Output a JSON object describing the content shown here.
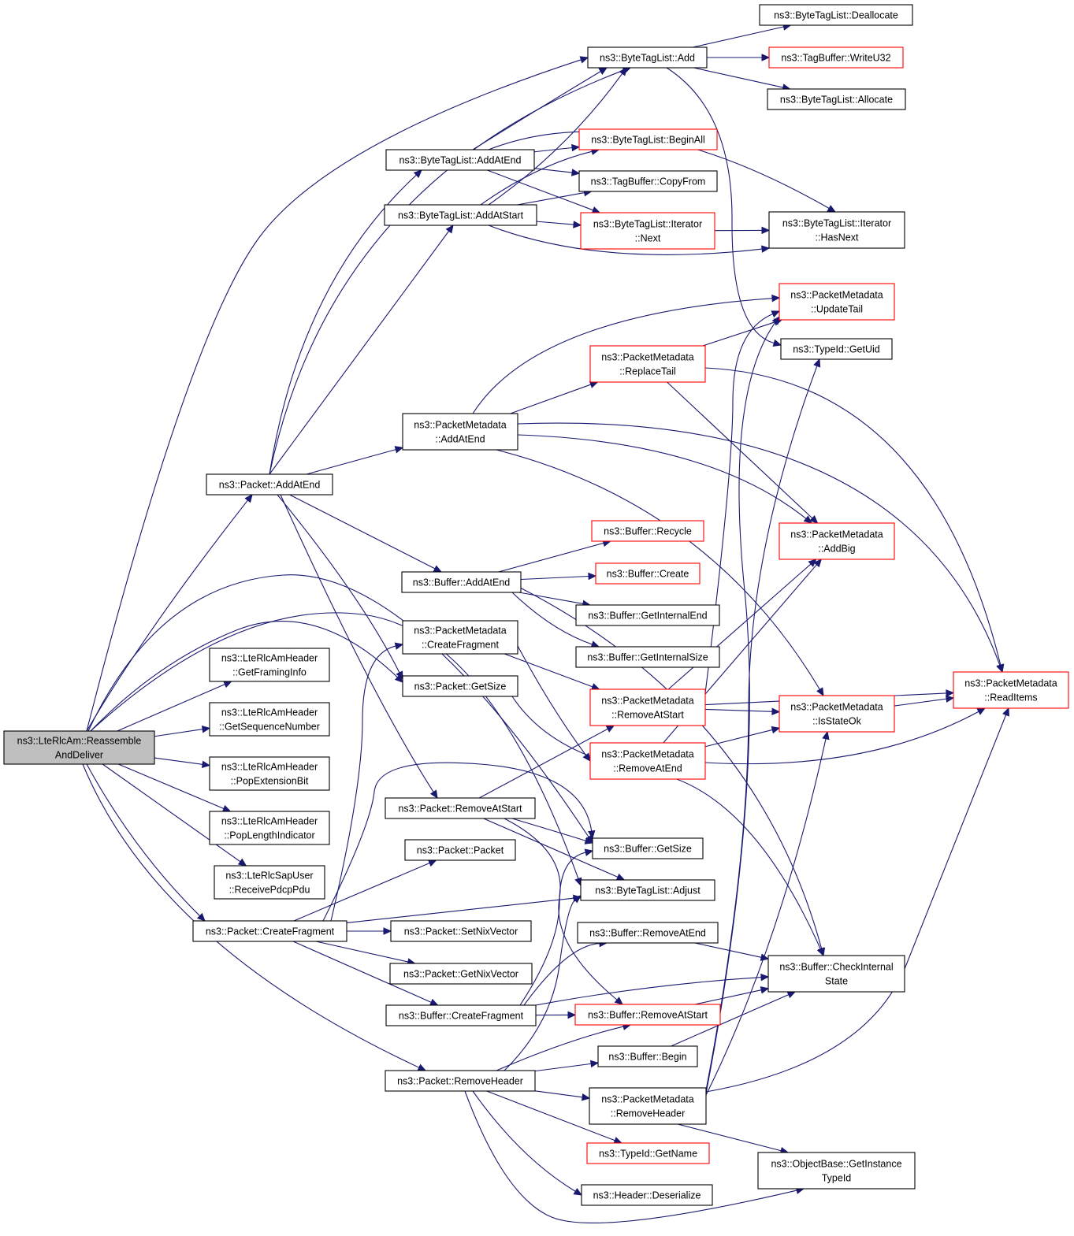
{
  "diagram": {
    "nodes": [
      {
        "id": "root",
        "lines": [
          "ns3::LteRlcAm::Reassemble",
          "AndDeliver"
        ],
        "style": "root"
      },
      {
        "id": "pkt_addatend",
        "lines": [
          "ns3::Packet::AddAtEnd"
        ],
        "style": "black"
      },
      {
        "id": "hdr_framing",
        "lines": [
          "ns3::LteRlcAmHeader",
          "::GetFramingInfo"
        ],
        "style": "black"
      },
      {
        "id": "hdr_seq",
        "lines": [
          "ns3::LteRlcAmHeader",
          "::GetSequenceNumber"
        ],
        "style": "black"
      },
      {
        "id": "hdr_popext",
        "lines": [
          "ns3::LteRlcAmHeader",
          "::PopExtensionBit"
        ],
        "style": "black"
      },
      {
        "id": "hdr_poplen",
        "lines": [
          "ns3::LteRlcAmHeader",
          "::PopLengthIndicator"
        ],
        "style": "black"
      },
      {
        "id": "sap_receive",
        "lines": [
          "ns3::LteRlcSapUser",
          "::ReceivePdcpPdu"
        ],
        "style": "black"
      },
      {
        "id": "pkt_createfrag",
        "lines": [
          "ns3::Packet::CreateFragment"
        ],
        "style": "black"
      },
      {
        "id": "btl_addatend",
        "lines": [
          "ns3::ByteTagList::AddAtEnd"
        ],
        "style": "black"
      },
      {
        "id": "btl_addatstart",
        "lines": [
          "ns3::ByteTagList::AddAtStart"
        ],
        "style": "black"
      },
      {
        "id": "pm_addatend",
        "lines": [
          "ns3::PacketMetadata",
          "::AddAtEnd"
        ],
        "style": "black"
      },
      {
        "id": "buf_addatend",
        "lines": [
          "ns3::Buffer::AddAtEnd"
        ],
        "style": "black"
      },
      {
        "id": "pm_createfrag",
        "lines": [
          "ns3::PacketMetadata",
          "::CreateFragment"
        ],
        "style": "black"
      },
      {
        "id": "pkt_getsize",
        "lines": [
          "ns3::Packet::GetSize"
        ],
        "style": "black"
      },
      {
        "id": "pkt_removeatstart",
        "lines": [
          "ns3::Packet::RemoveAtStart"
        ],
        "style": "black"
      },
      {
        "id": "pkt_packet",
        "lines": [
          "ns3::Packet::Packet"
        ],
        "style": "black"
      },
      {
        "id": "pkt_setnix",
        "lines": [
          "ns3::Packet::SetNixVector"
        ],
        "style": "black"
      },
      {
        "id": "pkt_getnix",
        "lines": [
          "ns3::Packet::GetNixVector"
        ],
        "style": "black"
      },
      {
        "id": "buf_createfrag",
        "lines": [
          "ns3::Buffer::CreateFragment"
        ],
        "style": "black"
      },
      {
        "id": "pkt_removeheader",
        "lines": [
          "ns3::Packet::RemoveHeader"
        ],
        "style": "black"
      },
      {
        "id": "btl_add",
        "lines": [
          "ns3::ByteTagList::Add"
        ],
        "style": "black"
      },
      {
        "id": "btl_beginall",
        "lines": [
          "ns3::ByteTagList::BeginAll"
        ],
        "style": "red"
      },
      {
        "id": "tb_copyfrom",
        "lines": [
          "ns3::TagBuffer::CopyFrom"
        ],
        "style": "black"
      },
      {
        "id": "btl_iter_next",
        "lines": [
          "ns3::ByteTagList::Iterator",
          "::Next"
        ],
        "style": "red"
      },
      {
        "id": "pm_replacetail",
        "lines": [
          "ns3::PacketMetadata",
          "::ReplaceTail"
        ],
        "style": "red"
      },
      {
        "id": "buf_recycle",
        "lines": [
          "ns3::Buffer::Recycle"
        ],
        "style": "red"
      },
      {
        "id": "buf_create",
        "lines": [
          "ns3::Buffer::Create"
        ],
        "style": "red"
      },
      {
        "id": "buf_getinternalend",
        "lines": [
          "ns3::Buffer::GetInternalEnd"
        ],
        "style": "black"
      },
      {
        "id": "buf_getinternalsize",
        "lines": [
          "ns3::Buffer::GetInternalSize"
        ],
        "style": "black"
      },
      {
        "id": "pm_removeatstart",
        "lines": [
          "ns3::PacketMetadata",
          "::RemoveAtStart"
        ],
        "style": "red"
      },
      {
        "id": "pm_removeatend",
        "lines": [
          "ns3::PacketMetadata",
          "::RemoveAtEnd"
        ],
        "style": "red"
      },
      {
        "id": "buf_getsize",
        "lines": [
          "ns3::Buffer::GetSize"
        ],
        "style": "black"
      },
      {
        "id": "btl_adjust",
        "lines": [
          "ns3::ByteTagList::Adjust"
        ],
        "style": "black"
      },
      {
        "id": "buf_removeatend",
        "lines": [
          "ns3::Buffer::RemoveAtEnd"
        ],
        "style": "black"
      },
      {
        "id": "buf_removeatstart",
        "lines": [
          "ns3::Buffer::RemoveAtStart"
        ],
        "style": "red"
      },
      {
        "id": "buf_begin",
        "lines": [
          "ns3::Buffer::Begin"
        ],
        "style": "black"
      },
      {
        "id": "pm_removeheader",
        "lines": [
          "ns3::PacketMetadata",
          "::RemoveHeader"
        ],
        "style": "black"
      },
      {
        "id": "tid_getname",
        "lines": [
          "ns3::TypeId::GetName"
        ],
        "style": "red"
      },
      {
        "id": "hdr_deserialize",
        "lines": [
          "ns3::Header::Deserialize"
        ],
        "style": "black"
      },
      {
        "id": "btl_dealloc",
        "lines": [
          "ns3::ByteTagList::Deallocate"
        ],
        "style": "black"
      },
      {
        "id": "tb_writeu32",
        "lines": [
          "ns3::TagBuffer::WriteU32"
        ],
        "style": "red"
      },
      {
        "id": "btl_alloc",
        "lines": [
          "ns3::ByteTagList::Allocate"
        ],
        "style": "black"
      },
      {
        "id": "btl_iter_hasnext",
        "lines": [
          "ns3::ByteTagList::Iterator",
          "::HasNext"
        ],
        "style": "black"
      },
      {
        "id": "pm_updatetail",
        "lines": [
          "ns3::PacketMetadata",
          "::UpdateTail"
        ],
        "style": "red"
      },
      {
        "id": "tid_getuid",
        "lines": [
          "ns3::TypeId::GetUid"
        ],
        "style": "black"
      },
      {
        "id": "pm_addbig",
        "lines": [
          "ns3::PacketMetadata",
          "::AddBig"
        ],
        "style": "red"
      },
      {
        "id": "pm_isstateok",
        "lines": [
          "ns3::PacketMetadata",
          "::IsStateOk"
        ],
        "style": "red"
      },
      {
        "id": "pm_readitems",
        "lines": [
          "ns3::PacketMetadata",
          "::ReadItems"
        ],
        "style": "red"
      },
      {
        "id": "buf_checkinternal",
        "lines": [
          "ns3::Buffer::CheckInternal",
          "State"
        ],
        "style": "black"
      },
      {
        "id": "ob_getinstancetypeid",
        "lines": [
          "ns3::ObjectBase::GetInstance",
          "TypeId"
        ],
        "style": "black"
      }
    ],
    "edges": [
      [
        "root",
        "pkt_addatend"
      ],
      [
        "root",
        "hdr_framing"
      ],
      [
        "root",
        "hdr_seq"
      ],
      [
        "root",
        "hdr_popext"
      ],
      [
        "root",
        "hdr_poplen"
      ],
      [
        "root",
        "sap_receive"
      ],
      [
        "root",
        "pkt_createfrag"
      ],
      [
        "root",
        "pkt_removeheader"
      ],
      [
        "root",
        "btl_add"
      ],
      [
        "root",
        "pkt_getsize"
      ],
      [
        "root",
        "buf_getsize"
      ],
      [
        "root",
        "btl_adjust"
      ],
      [
        "pkt_addatend",
        "btl_addatend"
      ],
      [
        "pkt_addatend",
        "btl_addatstart"
      ],
      [
        "pkt_addatend",
        "pm_addatend"
      ],
      [
        "pkt_addatend",
        "buf_addatend"
      ],
      [
        "pkt_addatend",
        "pkt_getsize"
      ],
      [
        "pkt_addatend",
        "pkt_removeatstart"
      ],
      [
        "pkt_addatend",
        "btl_add"
      ],
      [
        "btl_addatend",
        "btl_add"
      ],
      [
        "btl_addatend",
        "btl_beginall"
      ],
      [
        "btl_addatend",
        "tb_copyfrom"
      ],
      [
        "btl_addatend",
        "btl_iter_next"
      ],
      [
        "btl_addatend",
        "btl_iter_hasnext"
      ],
      [
        "btl_addatstart",
        "btl_add"
      ],
      [
        "btl_addatstart",
        "btl_beginall"
      ],
      [
        "btl_addatstart",
        "tb_copyfrom"
      ],
      [
        "btl_addatstart",
        "btl_iter_next"
      ],
      [
        "btl_addatstart",
        "btl_iter_hasnext"
      ],
      [
        "btl_add",
        "btl_dealloc"
      ],
      [
        "btl_add",
        "tb_writeu32"
      ],
      [
        "btl_add",
        "btl_alloc"
      ],
      [
        "btl_add",
        "tid_getuid"
      ],
      [
        "btl_iter_next",
        "btl_iter_hasnext"
      ],
      [
        "pm_addatend",
        "pm_updatetail"
      ],
      [
        "pm_addatend",
        "pm_replacetail"
      ],
      [
        "pm_addatend",
        "pm_addbig"
      ],
      [
        "pm_addatend",
        "pm_readitems"
      ],
      [
        "pm_addatend",
        "pm_isstateok"
      ],
      [
        "pm_replacetail",
        "pm_updatetail"
      ],
      [
        "pm_replacetail",
        "pm_addbig"
      ],
      [
        "pm_replacetail",
        "pm_readitems"
      ],
      [
        "buf_addatend",
        "buf_recycle"
      ],
      [
        "buf_addatend",
        "buf_create"
      ],
      [
        "buf_addatend",
        "buf_getinternalend"
      ],
      [
        "buf_addatend",
        "buf_getinternalsize"
      ],
      [
        "buf_addatend",
        "buf_checkinternal"
      ],
      [
        "pm_createfrag",
        "pm_removeatstart"
      ],
      [
        "pm_createfrag",
        "pm_removeatend"
      ],
      [
        "pkt_getsize",
        "buf_checkinternal"
      ],
      [
        "pm_removeatstart",
        "pm_updatetail"
      ],
      [
        "pm_removeatstart",
        "pm_addbig"
      ],
      [
        "pm_removeatstart",
        "pm_isstateok"
      ],
      [
        "pm_removeatstart",
        "pm_readitems"
      ],
      [
        "pm_removeatend",
        "pm_addbig"
      ],
      [
        "pm_removeatend",
        "pm_isstateok"
      ],
      [
        "pm_removeatend",
        "pm_readitems"
      ],
      [
        "pm_isstateok",
        "pm_readitems"
      ],
      [
        "pkt_removeatstart",
        "pm_removeatstart"
      ],
      [
        "pkt_removeatstart",
        "buf_getsize"
      ],
      [
        "pkt_removeatstart",
        "btl_adjust"
      ],
      [
        "pkt_removeatstart",
        "buf_removeatstart"
      ],
      [
        "pkt_createfrag",
        "pm_createfrag"
      ],
      [
        "pkt_createfrag",
        "pkt_packet"
      ],
      [
        "pkt_createfrag",
        "pkt_setnix"
      ],
      [
        "pkt_createfrag",
        "pkt_getnix"
      ],
      [
        "pkt_createfrag",
        "buf_createfrag"
      ],
      [
        "pkt_createfrag",
        "btl_adjust"
      ],
      [
        "pkt_createfrag",
        "buf_getsize"
      ],
      [
        "buf_createfrag",
        "buf_getsize"
      ],
      [
        "buf_createfrag",
        "buf_removeatend"
      ],
      [
        "buf_createfrag",
        "buf_removeatstart"
      ],
      [
        "buf_createfrag",
        "buf_checkinternal"
      ],
      [
        "buf_removeatend",
        "buf_checkinternal"
      ],
      [
        "buf_removeatstart",
        "buf_checkinternal"
      ],
      [
        "buf_begin",
        "buf_checkinternal"
      ],
      [
        "pkt_removeheader",
        "buf_begin"
      ],
      [
        "pkt_removeheader",
        "pm_removeheader"
      ],
      [
        "pkt_removeheader",
        "tid_getname"
      ],
      [
        "pkt_removeheader",
        "hdr_deserialize"
      ],
      [
        "pkt_removeheader",
        "ob_getinstancetypeid"
      ],
      [
        "pkt_removeheader",
        "buf_removeatstart"
      ],
      [
        "pkt_removeheader",
        "btl_adjust"
      ],
      [
        "pm_removeheader",
        "pm_readitems"
      ],
      [
        "pm_removeheader",
        "pm_isstateok"
      ],
      [
        "pm_removeheader",
        "tid_getuid"
      ],
      [
        "pm_removeheader",
        "pm_updatetail"
      ],
      [
        "pm_removeheader",
        "ob_getinstancetypeid"
      ]
    ]
  }
}
